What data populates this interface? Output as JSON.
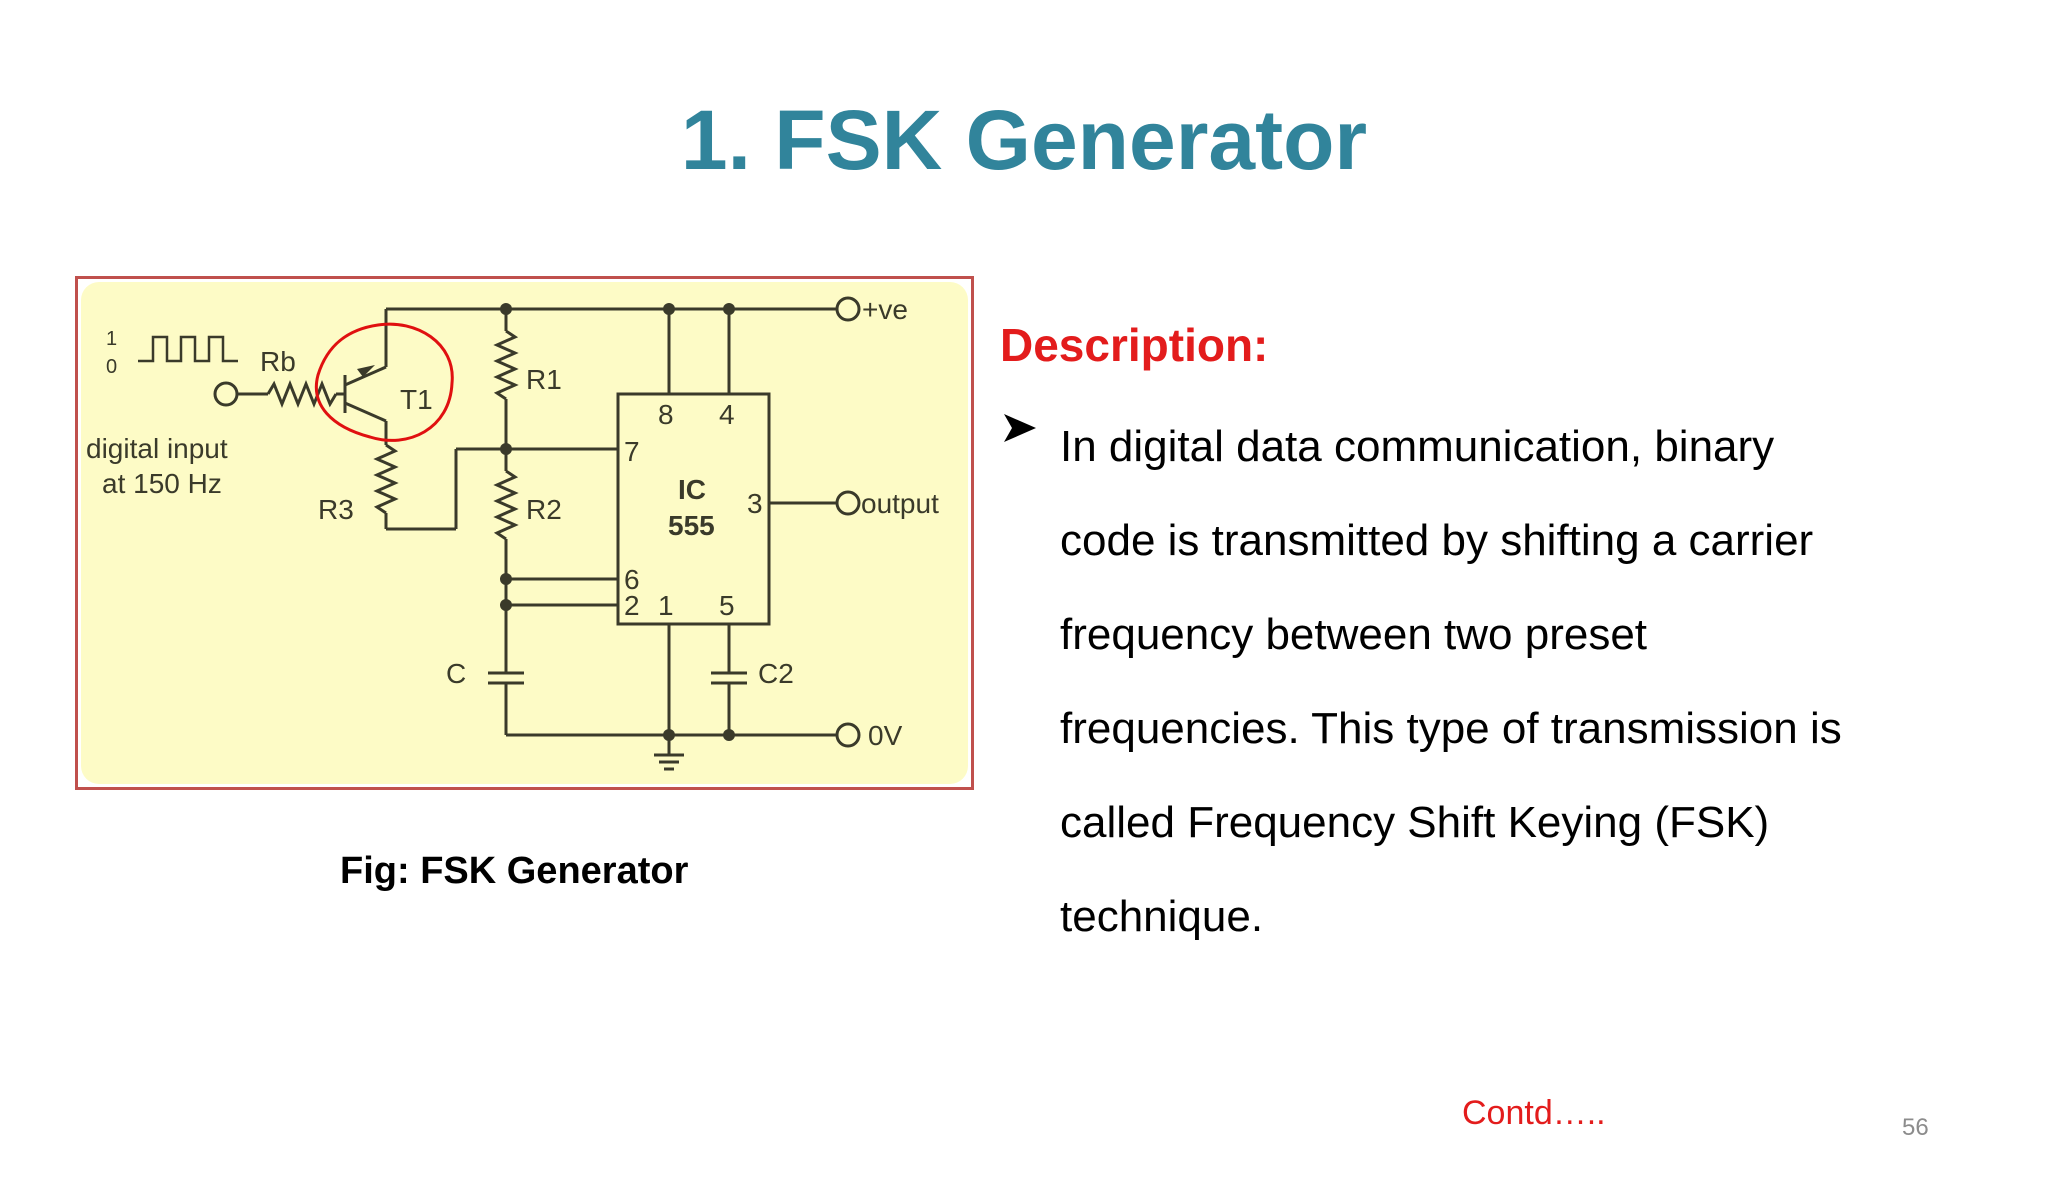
{
  "slide": {
    "title": "1. FSK Generator",
    "caption": "Fig: FSK Generator",
    "description_heading": "Description:",
    "bullet_lines": [
      "In  digital data communication, binary",
      "code is transmitted by shifting a carrier",
      "frequency between two preset",
      "frequencies. This type of transmission is",
      "called Frequency Shift Keying (FSK)",
      "technique."
    ],
    "contd": "Contd…..",
    "page_number": "56"
  },
  "diagram": {
    "labels": {
      "supply_pos": "+ve",
      "output": "output",
      "ground": "0V",
      "rb": "Rb",
      "t1": "T1",
      "r1": "R1",
      "r2": "R2",
      "r3": "R3",
      "c": "C",
      "c2": "C2",
      "ic_name": "IC",
      "ic_number": "555",
      "pin8": "8",
      "pin4": "4",
      "pin7": "7",
      "pin3": "3",
      "pin6": "6",
      "pin2": "2",
      "pin1": "1",
      "pin5": "5",
      "input_line1": "digital input",
      "input_line2": "at 150 Hz",
      "logic_high": "1",
      "logic_low": "0"
    },
    "colors": {
      "panel_background": "#fdfbc6",
      "border": "#c0504d",
      "wire": "#3a3a2a",
      "highlight_circle": "#e01010"
    }
  }
}
